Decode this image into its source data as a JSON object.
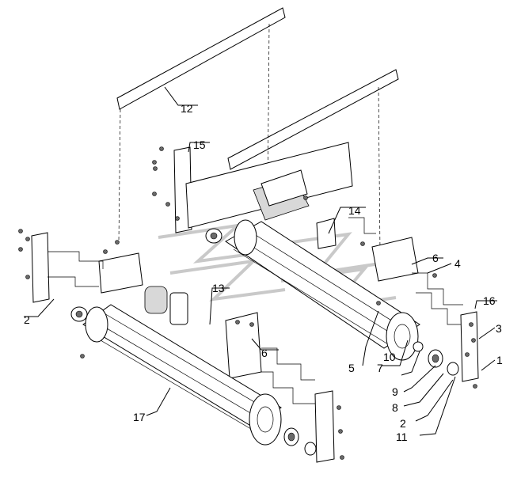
{
  "diagram": {
    "callouts": [
      {
        "id": "c12a",
        "text": "12"
      },
      {
        "id": "c15",
        "text": "15"
      },
      {
        "id": "c14",
        "text": "14"
      },
      {
        "id": "c6a",
        "text": "6"
      },
      {
        "id": "c4",
        "text": "4"
      },
      {
        "id": "c13",
        "text": "13"
      },
      {
        "id": "c2a",
        "text": "2"
      },
      {
        "id": "c6b",
        "text": "6"
      },
      {
        "id": "c5",
        "text": "5"
      },
      {
        "id": "c7",
        "text": "7"
      },
      {
        "id": "c10",
        "text": "10"
      },
      {
        "id": "c16",
        "text": "16"
      },
      {
        "id": "c3",
        "text": "3"
      },
      {
        "id": "c1",
        "text": "1"
      },
      {
        "id": "c9",
        "text": "9"
      },
      {
        "id": "c8",
        "text": "8"
      },
      {
        "id": "c2b",
        "text": "2"
      },
      {
        "id": "c11",
        "text": "11"
      },
      {
        "id": "c17",
        "text": "17"
      }
    ]
  }
}
